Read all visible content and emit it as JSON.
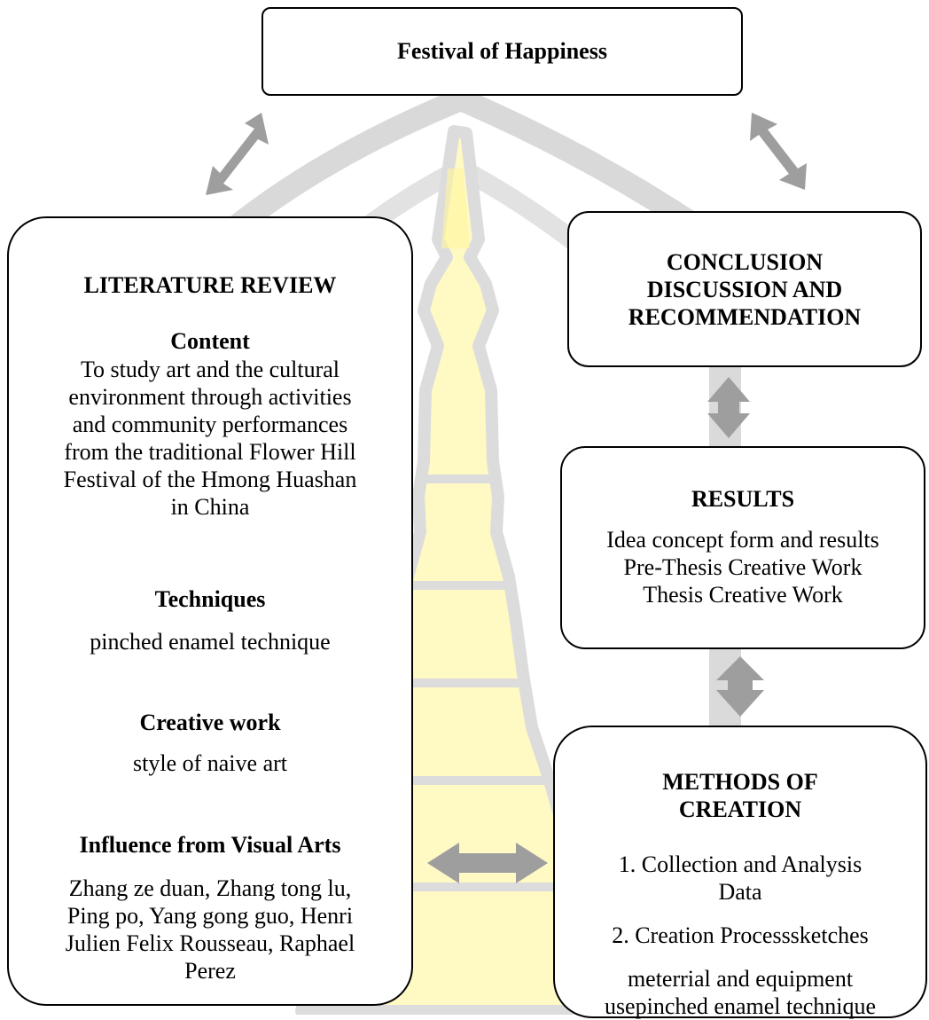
{
  "title": "Festival of Happiness",
  "literature_review": {
    "heading": "LITERATURE REVIEW",
    "content_heading": "Content",
    "content_lines": [
      "To study art and the cultural",
      "environment through activities",
      "and community performances",
      "from the traditional Flower Hill",
      "Festival of the Hmong Huashan",
      "in China"
    ],
    "techniques_heading": "Techniques",
    "techniques_text": "pinched enamel technique",
    "creative_heading": "Creative work",
    "creative_text": "style of naive art",
    "influence_heading": "Influence from Visual Arts",
    "influence_lines": [
      "Zhang ze duan, Zhang tong lu,",
      "Ping po, Yang gong guo, Henri",
      "Julien Felix Rousseau, Raphael",
      "Perez"
    ]
  },
  "conclusion": {
    "lines": [
      "CONCLUSION",
      "DISCUSSION AND",
      "RECOMMENDATION"
    ]
  },
  "results": {
    "heading": "RESULTS",
    "lines": [
      "Idea concept form and results",
      "Pre-Thesis Creative Work",
      "Thesis Creative Work"
    ]
  },
  "methods": {
    "heading_lines": [
      "METHODS OF",
      "CREATION"
    ],
    "item1_lines": [
      "1. Collection and Analysis",
      "Data"
    ],
    "item2_line": "2. Creation Processsketches",
    "item3_lines": [
      "meterrial and equipment",
      "usepinched enamel technique"
    ]
  },
  "colors": {
    "arch_gray": "#d6d6d6",
    "arrow_gray": "#9e9e9e",
    "stupa_yellow": "#fff9c4",
    "stupa_outline": "#d9d9d9"
  }
}
